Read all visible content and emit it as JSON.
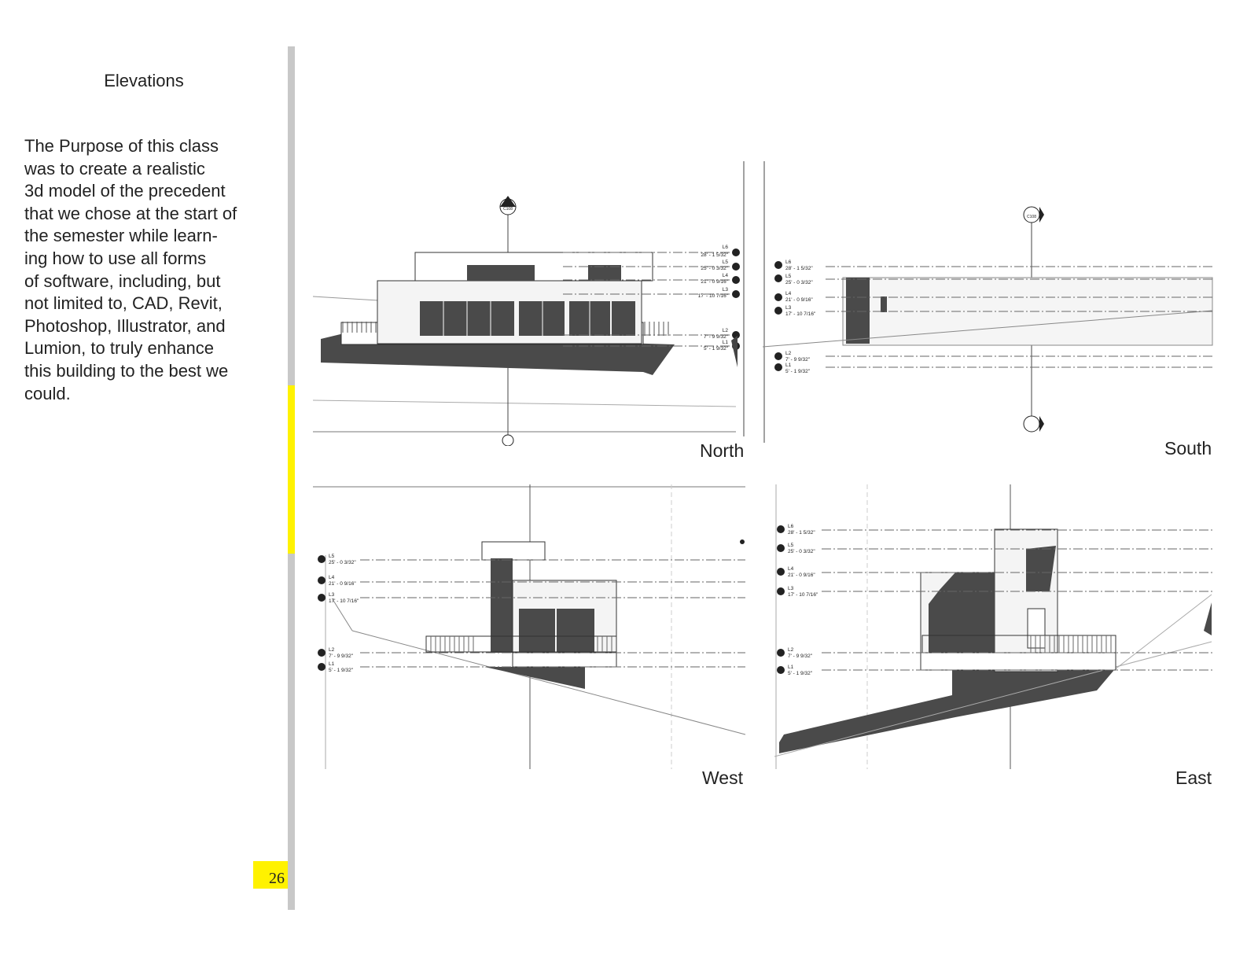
{
  "sidebar": {
    "title": "Elevations",
    "body": "The Purpose of this class\nwas to create a realistic\n3d model of the precedent\nthat we chose at the start of\nthe semester while learn-\ning how to use all forms\nof software, including, but\nnot limited to, CAD, Revit,\nPhotoshop, Illustrator, and\nLumion, to truly enhance\nthis building to the best we\ncould.",
    "page_number": "26"
  },
  "accent_color": "#fff200",
  "rail_color": "#c8c8c8",
  "elevations": {
    "north": {
      "label": "North",
      "levels": [
        {
          "name": "L6",
          "value": "28' - 1 5/32\""
        },
        {
          "name": "L5",
          "value": "25' - 0 3/32\""
        },
        {
          "name": "L4",
          "value": "21' - 0 9/16\""
        },
        {
          "name": "L3",
          "value": "17' - 10 7/16\""
        },
        {
          "name": "L2",
          "value": "7' - 9 9/32\""
        },
        {
          "name": "L1",
          "value": "5' - 1 9/32\""
        }
      ],
      "section_tag": "C108"
    },
    "south": {
      "label": "South",
      "levels": [
        {
          "name": "L6",
          "value": "28' - 1 5/32\""
        },
        {
          "name": "L5",
          "value": "25' - 0 3/32\""
        },
        {
          "name": "L4",
          "value": "21' - 0 9/16\""
        },
        {
          "name": "L3",
          "value": "17' - 10 7/16\""
        },
        {
          "name": "L2",
          "value": "7' - 9 9/32\""
        },
        {
          "name": "L1",
          "value": "5' - 1 9/32\""
        }
      ],
      "section_tag": "C108"
    },
    "west": {
      "label": "West",
      "levels": [
        {
          "name": "L5",
          "value": "25' - 0 3/32\""
        },
        {
          "name": "L4",
          "value": "21' - 0 9/16\""
        },
        {
          "name": "L3",
          "value": "17' - 10 7/16\""
        },
        {
          "name": "L2",
          "value": "7' - 9 9/32\""
        },
        {
          "name": "L1",
          "value": "5' - 1 9/32\""
        }
      ]
    },
    "east": {
      "label": "East",
      "levels": [
        {
          "name": "L6",
          "value": "28' - 1 5/32\""
        },
        {
          "name": "L5",
          "value": "25' - 0 3/32\""
        },
        {
          "name": "L4",
          "value": "21' - 0 9/16\""
        },
        {
          "name": "L3",
          "value": "17' - 10 7/16\""
        },
        {
          "name": "L2",
          "value": "7' - 9 9/32\""
        },
        {
          "name": "L1",
          "value": "5' - 1 9/32\""
        }
      ]
    }
  }
}
